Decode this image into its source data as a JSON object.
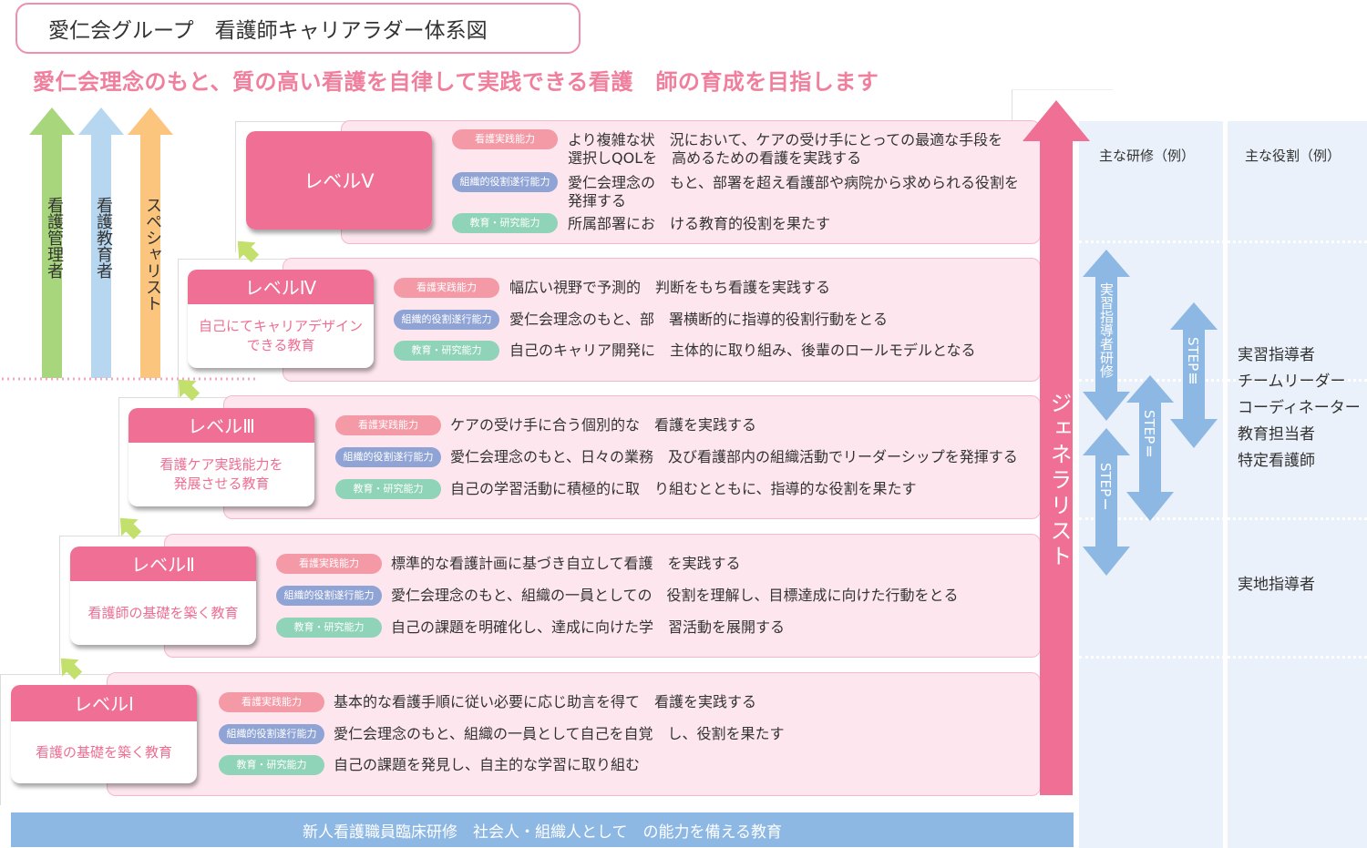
{
  "title": "愛仁会グループ　看護師キャリアラダー体系図",
  "subtitle": "愛仁会理念のもと、質の高い看護を自律して実践できる看護　師の育成を目指します",
  "paths": [
    "看護管理者",
    "看護教育者",
    "スペシャリスト"
  ],
  "categories": [
    "看護実践能力",
    "組織的役割遂行能力",
    "教育・研究能力"
  ],
  "levels": [
    {
      "name": "レベルⅠ",
      "desc": "看護の基礎を築く教育",
      "items": [
        "基本的な看護手順に従い必要に応じ助言を得て　看護を実践する",
        "愛仁会理念のもと、組織の一員として自己を自覚　し、役割を果たす",
        "自己の課題を発見し、自主的な学習に取り組む"
      ]
    },
    {
      "name": "レベルⅡ",
      "desc": "看護師の基礎を築く教育",
      "items": [
        "標準的な看護計画に基づき自立して看護　を実践する",
        "愛仁会理念のもと、組織の一員としての　役割を理解し、目標達成に向けた行動をとる",
        "自己の課題を明確化し、達成に向けた学　習活動を展開する"
      ]
    },
    {
      "name": "レベルⅢ",
      "desc": "看護ケア実践能力を\n発展させる教育",
      "items": [
        "ケアの受け手に合う個別的な　看護を実践する",
        "愛仁会理念のもと、日々の業務　及び看護部内の組織活動でリーダーシップを発揮する",
        "自己の学習活動に積極的に取　り組むとともに、指導的な役割を果たす"
      ]
    },
    {
      "name": "レベルⅣ",
      "desc": "自己にてキャリアデザイン\nできる教育",
      "items": [
        "幅広い視野で予測的　判断をもち看護を実践する",
        "愛仁会理念のもと、部　署横断的に指導的役割行動をとる",
        "自己のキャリア開発に　主体的に取り組み、後輩のロールモデルとなる"
      ]
    },
    {
      "name": "レベルⅤ",
      "desc": "",
      "items": [
        "より複雑な状　況において、ケアの受け手にとっての最適な手段を\n選択しQOLを　高めるための看護を実践する",
        "愛仁会理念の　もと、部署を超え看護部や病院から求められる役割を\n発揮する",
        "所属部署にお　ける教育的役割を果たす"
      ]
    }
  ],
  "generalist": "ジェネラリスト",
  "training_header": "主な研修（例）",
  "roles_header": "主な役割（例）",
  "training": [
    "実習指導者研修",
    "STEPⅠ",
    "STEPⅡ",
    "STEPⅢ"
  ],
  "roles_upper": [
    "実習指導者",
    "チームリーダー",
    "コーディネーター",
    "教育担当者",
    "特定看護師"
  ],
  "roles_lower": [
    "実地指導者"
  ],
  "bottom": "新人看護職員臨床研修　社会人・組織人として　の能力を備える教育",
  "colors": {
    "pink": "#ef7094",
    "blue": "#8eb8e4",
    "green": "#a8d67c",
    "lightblue": "#b7d6ef",
    "orange": "#fcc57e"
  }
}
